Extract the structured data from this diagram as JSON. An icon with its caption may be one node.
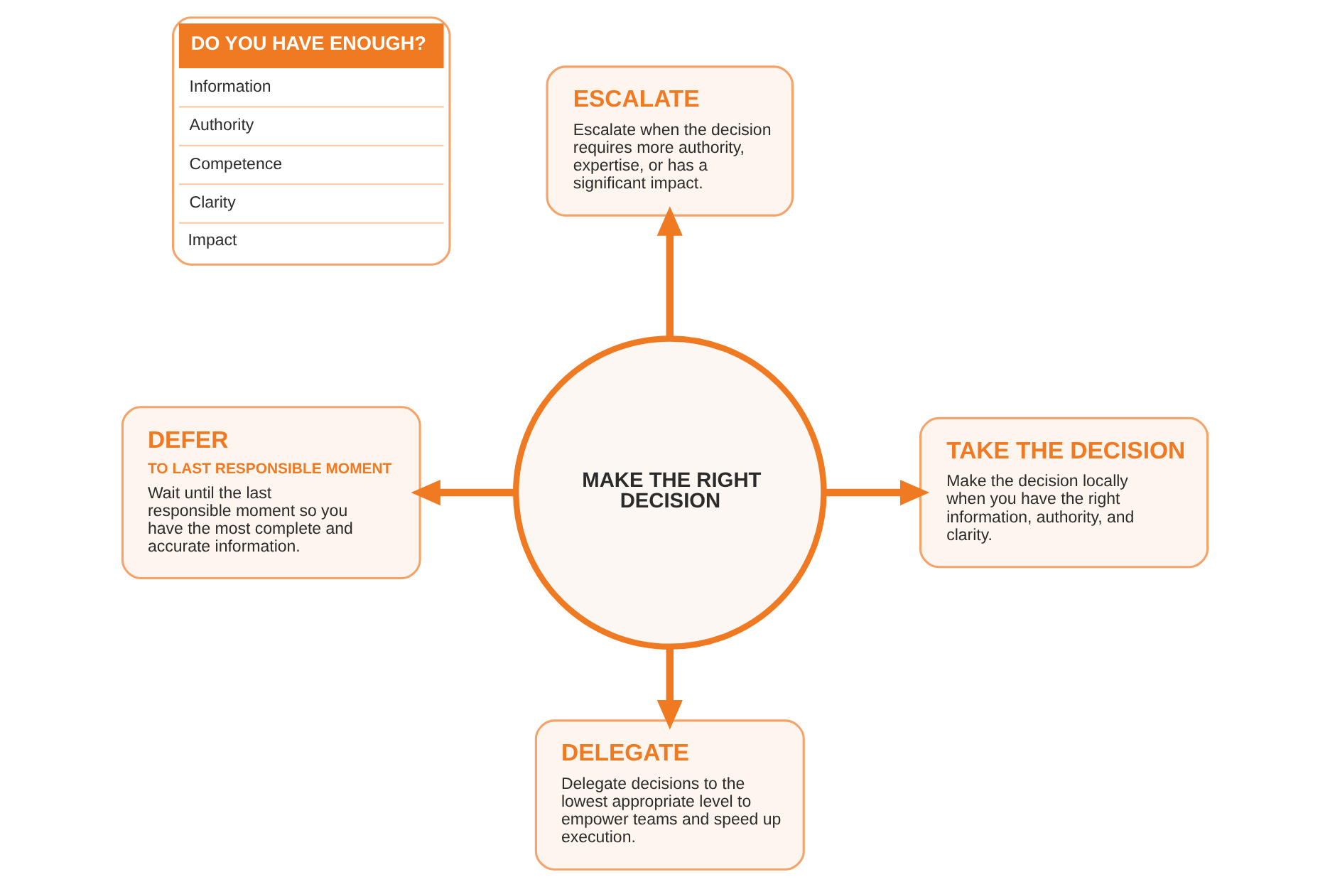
{
  "diagram": {
    "nodes": [
      {
        "text": [
          "DO YOU HAVE ENOUGH?",
          "Information",
          "Authority",
          "Competence",
          "Clarity",
          "Impact"
        ]
      },
      {
        "text": [
          "ESCALATE",
          "Escalate when the decision requires more authority, expertise, or has a significant impact."
        ]
      },
      {
        "text": [
          "DEFER",
          "TO LAST RESPONSIBLE MOMENT",
          "Wait until the last responsible moment so you have the most complete and accurate information."
        ]
      },
      {
        "text": [
          "MAKE THE RIGHT DECISION"
        ]
      },
      {
        "text": [
          "TAKE THE DECISION",
          "Make the decision locally when you have the right information, authority, and clarity."
        ]
      },
      {
        "text": [
          "DELEGATE",
          "Delegate decisions to the lowest appropriate level to empower teams and speed up execution."
        ]
      }
    ],
    "edges": [
      {
        "from": 3,
        "to": 1,
        "arrow": "to"
      },
      {
        "from": 3,
        "to": 4,
        "arrow": "to"
      },
      {
        "from": 3,
        "to": 5,
        "arrow": "to"
      },
      {
        "from": 3,
        "to": 2,
        "arrow": "to"
      }
    ]
  }
}
